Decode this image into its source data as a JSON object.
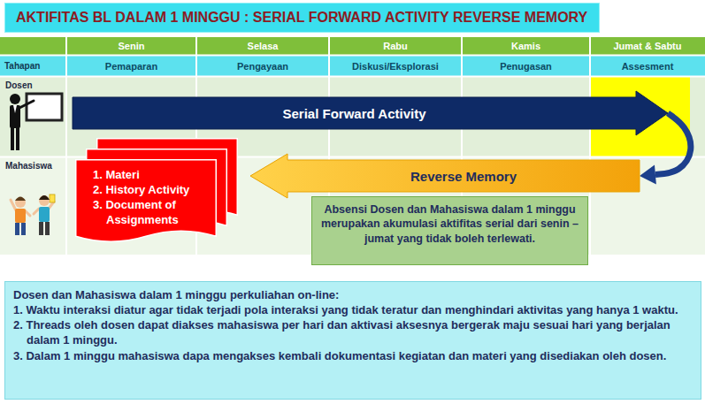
{
  "diagram": {
    "title": "AKTIFITAS BL DALAM 1 MINGGU : SERIAL FORWARD ACTIVITY REVERSE MEMORY",
    "nodes": [
      {
        "text": [
          "Serial Forward Activity"
        ]
      },
      {
        "text": [
          "Reverse Memory"
        ]
      },
      {
        "text": [
          "1. Materi",
          "2. History Activity",
          "3. Document of Assignments"
        ]
      },
      {
        "text": [
          "Absensi Dosen dan Mahasiswa dalam 1 minggu merupakan akumulasi aktifitas serial dari senin – jumat yang tidak boleh terlewati."
        ]
      },
      {
        "text": [
          "Dosen dan Mahasiswa dalam 1 minggu perkuliahan on-line:",
          "1. Waktu interaksi diatur agar tidak terjadi pola interaksi yang tidak teratur dan menghindari aktivitas yang hanya 1 waktu.",
          "2. Threads oleh dosen dapat diakses mahasiswa per hari dan aktivasi aksesnya bergerak maju sesuai hari yang berjalan dalam 1 minggu.",
          "3. Dalam 1 minggu mahasiswa dapa mengakses kembali dokumentasi kegiatan dan materi yang disediakan oleh dosen."
        ]
      }
    ],
    "edges": [
      {
        "from": 0,
        "to": 1,
        "arrow": "to"
      }
    ],
    "labels": [
      "Senin",
      "Selasa",
      "Rabu",
      "Kamis",
      "Jumat & Sabtu",
      "Tahapan",
      "Pemaparan",
      "Pengayaan",
      "Diskusi/Eksplorasi",
      "Penugasan",
      "Assesment",
      "Dosen",
      "Mahasiswa"
    ]
  }
}
